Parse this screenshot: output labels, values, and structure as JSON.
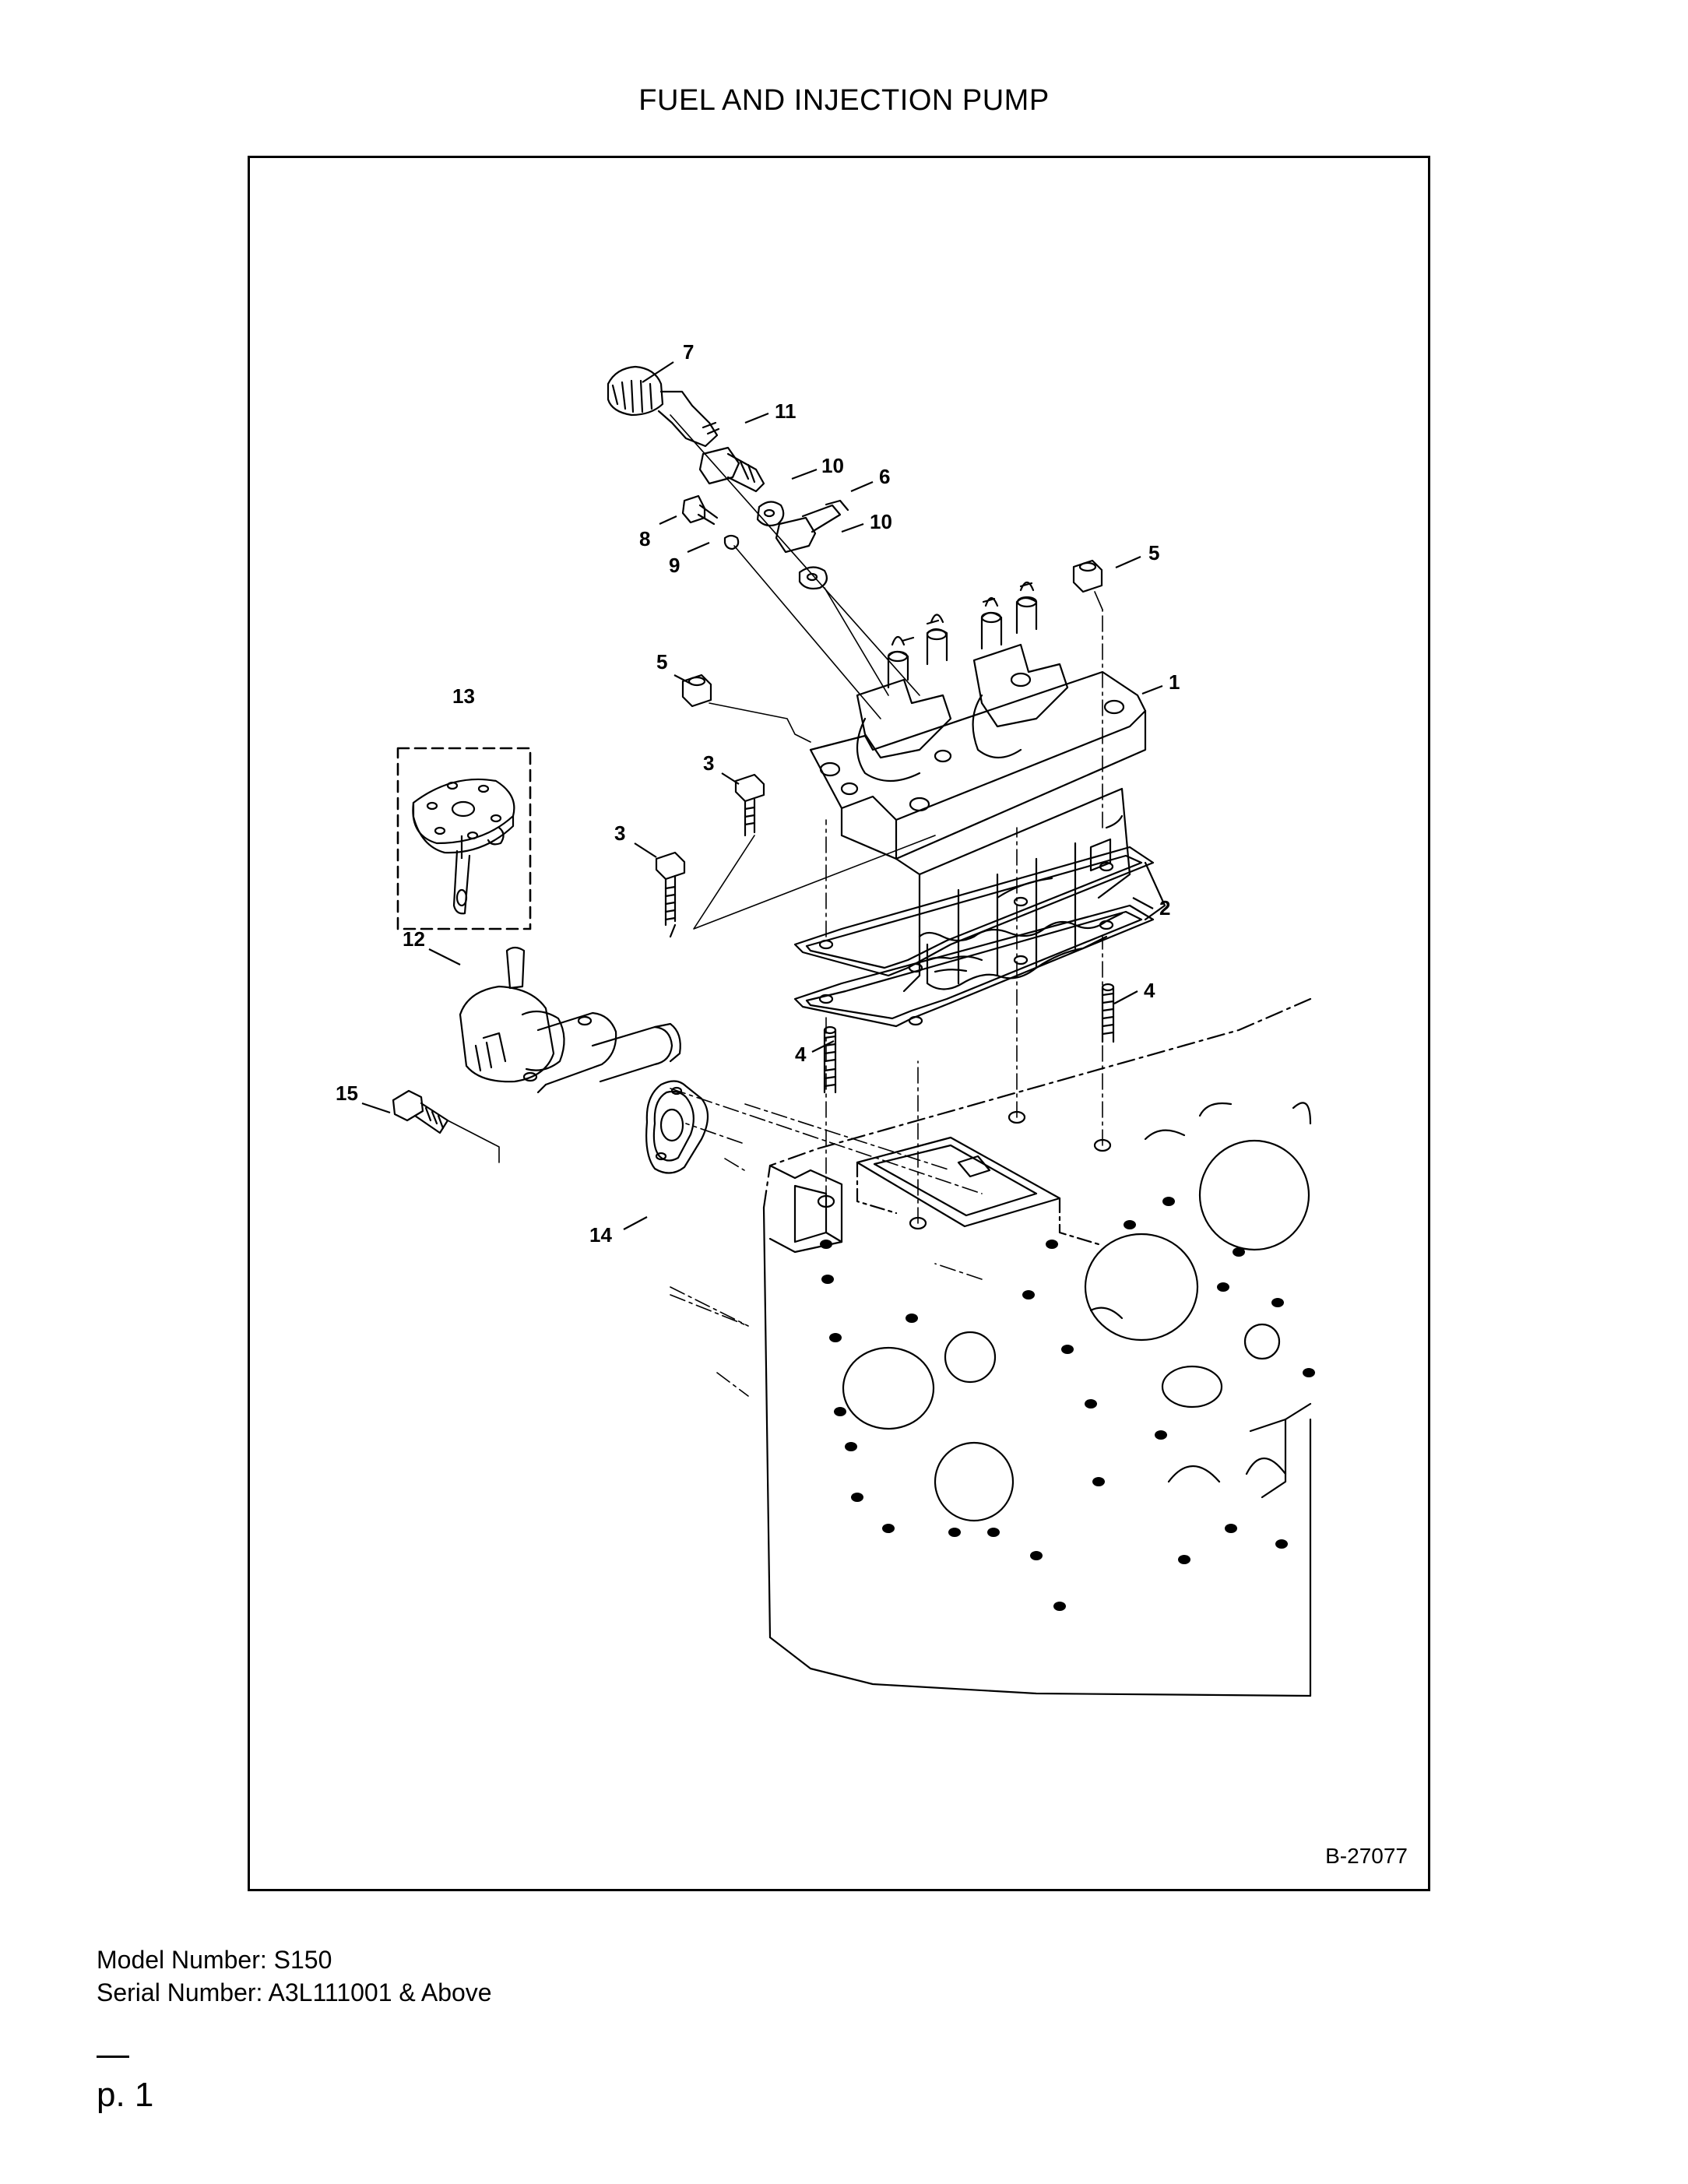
{
  "title": "FUEL AND INJECTION PUMP",
  "figure_code": "B-27077",
  "model_number": "Model Number: S150",
  "serial_number": "Serial Number: A3L111001 & Above",
  "page": "p. 1",
  "callouts": [
    {
      "id": "c1",
      "label": "1"
    },
    {
      "id": "c2",
      "label": "2"
    },
    {
      "id": "c3a",
      "label": "3"
    },
    {
      "id": "c3b",
      "label": "3"
    },
    {
      "id": "c4a",
      "label": "4"
    },
    {
      "id": "c4b",
      "label": "4"
    },
    {
      "id": "c5a",
      "label": "5"
    },
    {
      "id": "c5b",
      "label": "5"
    },
    {
      "id": "c6",
      "label": "6"
    },
    {
      "id": "c7",
      "label": "7"
    },
    {
      "id": "c8",
      "label": "8"
    },
    {
      "id": "c9",
      "label": "9"
    },
    {
      "id": "c10a",
      "label": "10"
    },
    {
      "id": "c10b",
      "label": "10"
    },
    {
      "id": "c11",
      "label": "11"
    },
    {
      "id": "c12",
      "label": "12"
    },
    {
      "id": "c13",
      "label": "13"
    },
    {
      "id": "c14",
      "label": "14"
    },
    {
      "id": "c15",
      "label": "15"
    }
  ]
}
